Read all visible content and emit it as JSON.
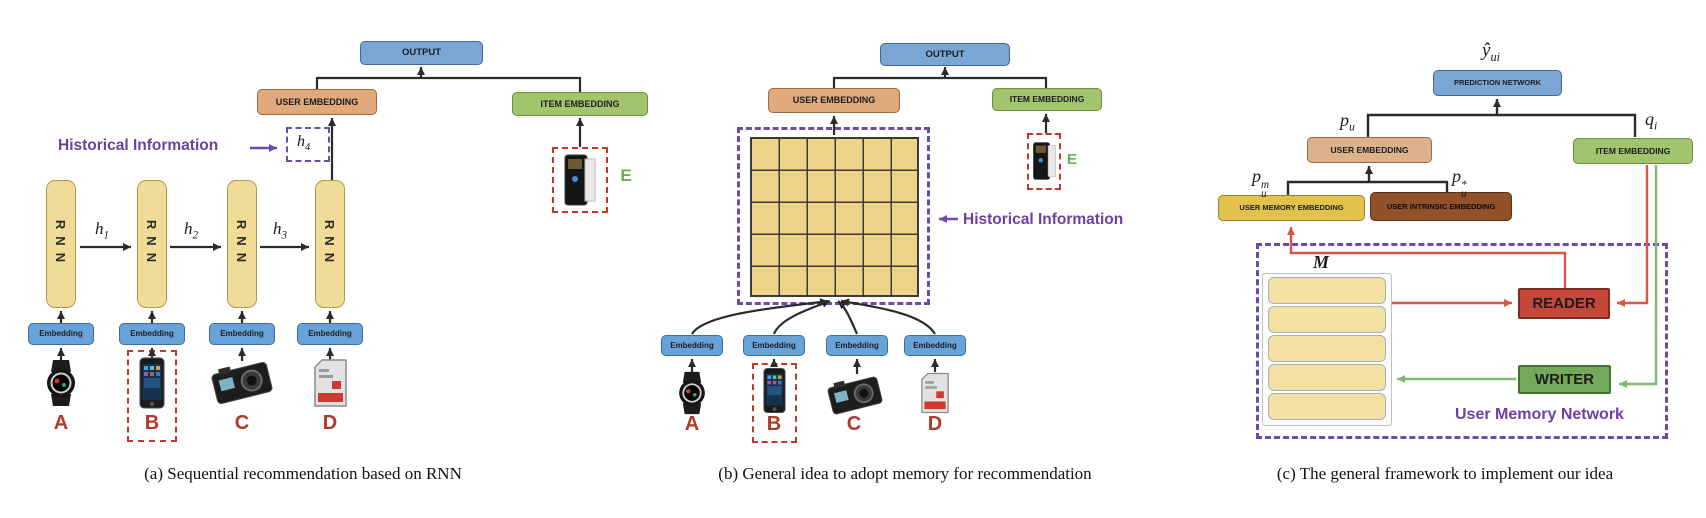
{
  "colors": {
    "output_blue": "#7aa6d6",
    "embedding_blue": "#67a2d9",
    "user_embedding_tan": "#dfa97c",
    "item_embedding_green": "#a2c46d",
    "rnn_yellow": "#f1dc97",
    "memory_gold": "#e2c14d",
    "intrinsic_brown": "#90512b",
    "reader_red": "#c5473a",
    "writer_green": "#74a95c",
    "purple_accent": "#6d49a8",
    "red_dashed": "#c2392b",
    "item_letter_red": "#ae3a2b",
    "candidate_letter_green": "#68ae55"
  },
  "figure_a": {
    "caption": "(a)  Sequential recommendation based on RNN",
    "output_label": "OUTPUT",
    "user_embedding_label": "USER EMBEDDING",
    "item_embedding_label": "ITEM EMBEDDING",
    "historical_info_label": "Historical Information",
    "h4": {
      "base": "h",
      "sub": "4"
    },
    "rnn_label": "RNN",
    "hidden_labels": [
      {
        "base": "h",
        "sub": "1"
      },
      {
        "base": "h",
        "sub": "2"
      },
      {
        "base": "h",
        "sub": "3"
      }
    ],
    "embedding_label": "Embedding",
    "item_letters": [
      "A",
      "B",
      "C",
      "D"
    ],
    "candidate_letter": "E"
  },
  "figure_b": {
    "caption": "(b)  General idea to adopt memory for recommendation",
    "output_label": "OUTPUT",
    "user_embedding_label": "USER EMBEDDING",
    "item_embedding_label": "ITEM EMBEDDING",
    "historical_info_label": "Historical Information",
    "embedding_label": "Embedding",
    "memory_grid": {
      "rows": 5,
      "cols": 6
    },
    "item_letters": [
      "A",
      "B",
      "C",
      "D"
    ],
    "candidate_letter": "E"
  },
  "figure_c": {
    "caption": "(c)  The general framework to implement our idea",
    "y_hat": {
      "base": "ŷ",
      "sub": "ui"
    },
    "prediction_label": "PREDICTION NETWORK",
    "p_u": {
      "base": "p",
      "sub": "u"
    },
    "q_i": {
      "base": "q",
      "sub": "i"
    },
    "p_u_m": {
      "base": "p",
      "sub": "u",
      "sup": "m"
    },
    "p_u_star": {
      "base": "p",
      "sub": "u",
      "sup": "*"
    },
    "user_embedding_label": "USER EMBEDDING",
    "item_embedding_label": "ITEM EMBEDDING",
    "user_memory_label": "USER MEMORY EMBEDDING",
    "user_intrinsic_label": "USER INTRINSIC EMBEDDING",
    "memory_matrix_label": "M",
    "memory_slot_count": 5,
    "reader_label": "READER",
    "writer_label": "WRITER",
    "memory_network_label": "User Memory Network"
  }
}
